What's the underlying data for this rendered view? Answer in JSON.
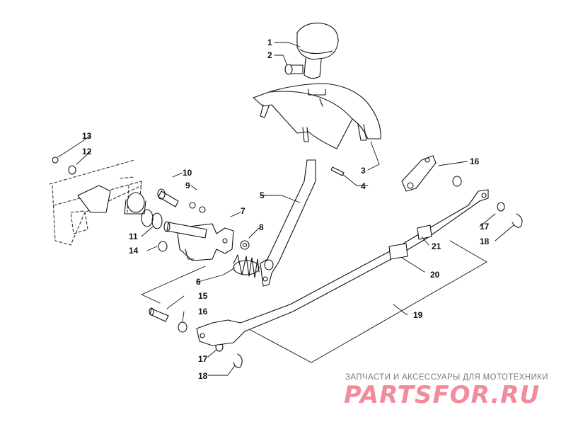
{
  "callouts": [
    "1",
    "2",
    "3",
    "4",
    "5",
    "6",
    "7",
    "8",
    "9",
    "10",
    "11",
    "12",
    "13",
    "14",
    "15",
    "16",
    "16",
    "17",
    "17",
    "18",
    "18",
    "19",
    "20",
    "21"
  ],
  "watermark": {
    "caption": "ЗАПЧАСТИ И АКСЕССУАРЫ ДЛЯ МОТОТЕХНИКИ",
    "logo": "PARTSFOR.RU"
  }
}
